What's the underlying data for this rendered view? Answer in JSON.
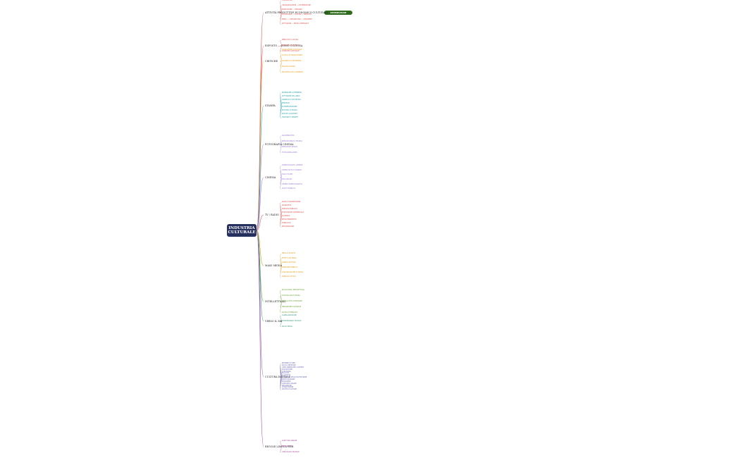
{
  "root": {
    "label": "INDUSTRIA CULTURALE"
  },
  "highlight": {
    "label": "DISTRIBUZIONE"
  },
  "branches": [
    {
      "label": "ATTIVITÀ PRODUTTIVE ECONOMICO CULTURALI",
      "color": "#d9534f",
      "subs": [
        "FORMAZIONE",
        "ORGANIZZAZIONE — DISTRIBUZIONE",
        "PRODUZIONE — PERSONE",
        "TECNOLOGIE — CULTURA — MERCATO",
        "MERCI — CONSUMATORI — STRUMENTI",
        "DIFFUSIONE — MEZZI ALTERNATIVI"
      ]
    },
    {
      "label": "ESPOSTO — DOMO CULTURA",
      "color": "#d9534f",
      "subs": [
        "MERCATO E CULTURA",
        "PRODOTTI CULTURALI",
        "CONSUMO CULTURALE"
      ]
    },
    {
      "label": "CRITICHE",
      "color": "#e0a020",
      "subs": [
        "CONSUMISMO CULTURALE",
        "SCUOLA DI FRANCOFORTE",
        "ADORNO E HORKHEIMER",
        "MASSIFICAZIONE",
        "INDUSTRIA DEL CONSENSO"
      ]
    },
    {
      "label": "STAMPA",
      "color": "#20a0a8",
      "subs": [
        "INVENZIONE GUTENBERG",
        "DIFFUSIONE DEL LIBRO",
        "GIORNALI E QUOTIDIANI",
        "PERIODICI",
        "ALFABETIZZAZIONE",
        "EDITORIA DI MASSA",
        "RIVISTE ILLUSTRATE",
        "TIRATURE E VENDITE"
      ]
    },
    {
      "label": "FOTOGRAFIA CINEMA",
      "color": "#9a7ad0",
      "subs": [
        "DAGHERROTIPO",
        "RIPRODUCIBILITÀ TECNICA",
        "IMMAGINE E REALTÀ",
        "FOTOGIORNALISMO"
      ]
    },
    {
      "label": "CINEMA",
      "color": "#9a7ad0",
      "subs": [
        "CINEMATOGRAFO LUMIÈRE",
        "CINEMA MUTO E SONORO",
        "STAR SYSTEM",
        "HOLLYWOOD",
        "GENERI CINEMATOGRAFICI",
        "SALE E PUBBLICO"
      ]
    },
    {
      "label": "TV / RADIO",
      "color": "#d9534f",
      "subs": [
        "RADIO E TRASMISSIONE",
        "PALINSESTO",
        "SERVIZIO PUBBLICO",
        "TELEVISIONE COMMERCIALE",
        "AUDIENCE",
        "INTRATTENIMENTO",
        "PUBBLICITÀ",
        "INFORMAZIONE"
      ]
    },
    {
      "label": "MASS MEDIA",
      "color": "#e0a020",
      "subs": [
        "MEDIA E SOCIETÀ",
        "EFFETTI DEI MEDIA",
        "AGENDA SETTING",
        "OPINIONE PUBBLICA",
        "COMUNICAZIONE DI MASSA",
        "PUBBLICO ATTIVO"
      ]
    },
    {
      "label": "INTELLETTUALI",
      "color": "#6aa030",
      "subs": [
        "RUOLO DEGLI INTELLETTUALI",
        "CULTURA ALTA E BASSA",
        "APOCALITTICI E INTEGRATI",
        "MEDIAZIONE CULTURALE",
        "CRITICA E MERCATO"
      ]
    },
    {
      "label": "VERSO IL XXI",
      "color": "#3a9a80",
      "subs": [
        "GLOBALIZZAZIONE",
        "CONVERGENZA DIGITALE",
        "NUOVI MEDIA"
      ]
    },
    {
      "label": "CULTURA DIGITALE",
      "color": "#6a6ab0",
      "subs": [
        "INTERNET E WEB",
        "SOCIAL NETWORK",
        "USER GENERATED CONTENT",
        "PIATTAFORME",
        "STREAMING",
        "BIG DATA",
        "ALGORITMI",
        "ECONOMIA DELLE PIATTAFORME",
        "PARTECIPAZIONE",
        "PROSUMER",
        "COMUNITÀ ONLINE",
        "INFLUENCER",
        "CONDIVISIONE",
        "DIRITTO D'AUTORE"
      ]
    },
    {
      "label": "REGOLE LINGUA WEB",
      "color": "#b04a9a",
      "subs": [
        "SCRITTURA ONLINE",
        "NETIQUETTE",
        "LINGUAGGIO DIGITALE"
      ]
    }
  ]
}
